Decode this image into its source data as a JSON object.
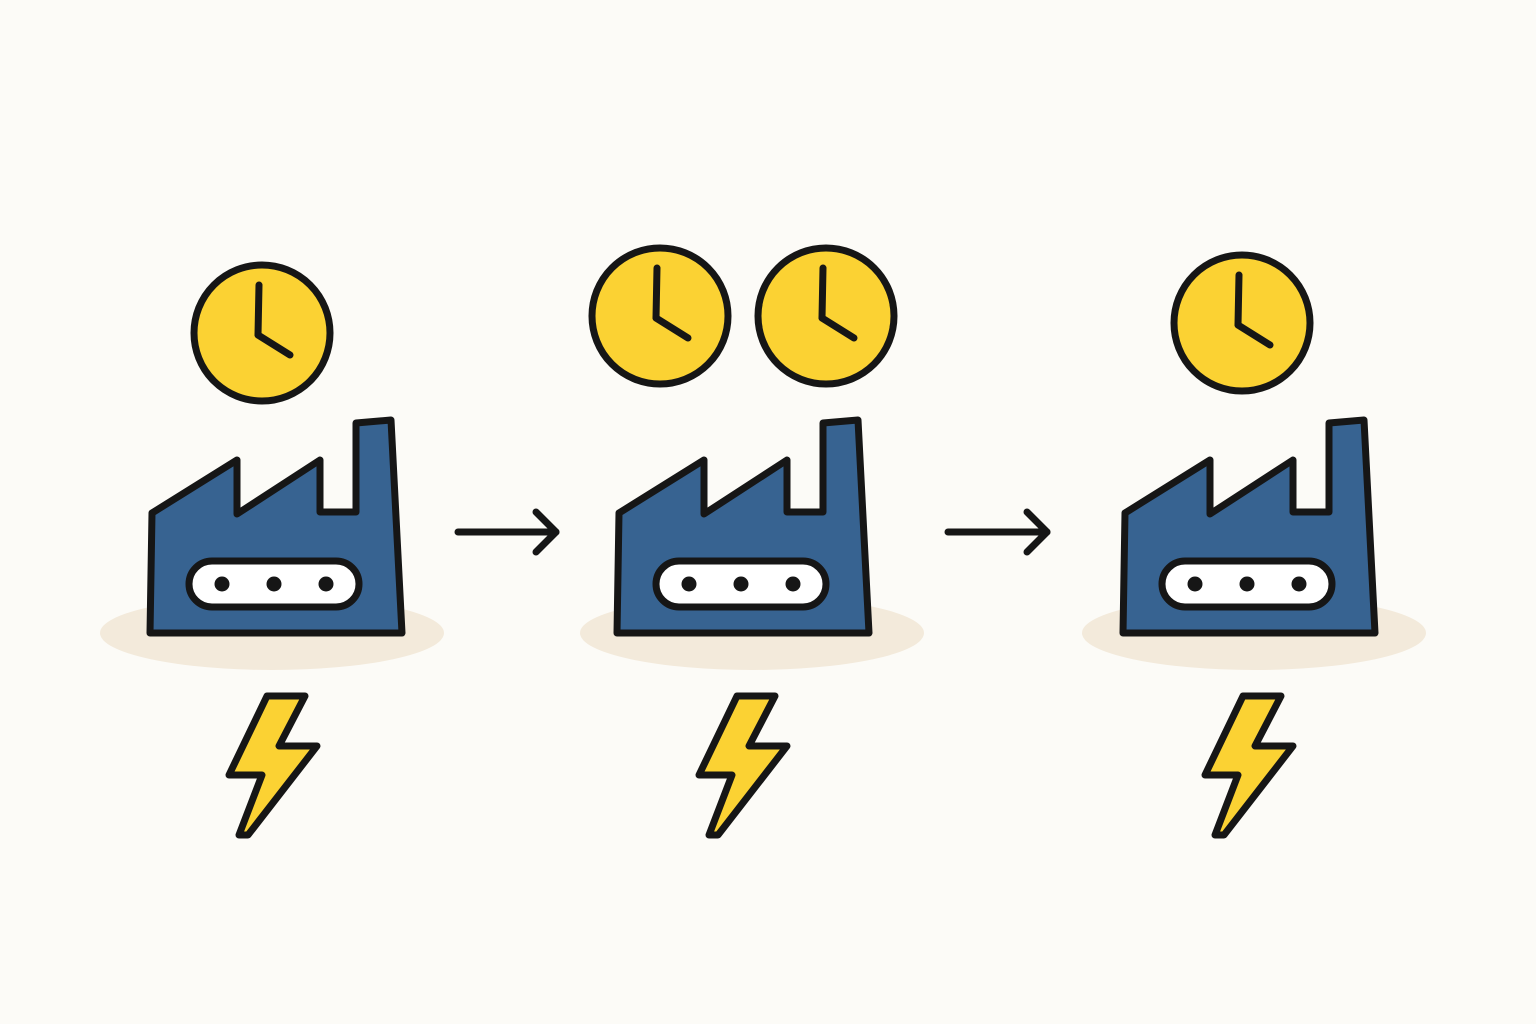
{
  "diagram": {
    "type": "process-flow",
    "direction": "left-to-right",
    "colors": {
      "background": "#fcfbf7",
      "factory": "#376391",
      "clock": "#fbd233",
      "lightning": "#fbd233",
      "outline": "#161616",
      "shadow": "#f3eadb",
      "conveyor": "#ffffff"
    },
    "stages": [
      {
        "id": "stage-1",
        "icon": "factory-icon",
        "clocks": 1,
        "clock_icon": "clock-icon",
        "energy_icon": "lightning-bolt-icon"
      },
      {
        "id": "stage-2",
        "icon": "factory-icon",
        "clocks": 2,
        "clock_icon": "clock-icon",
        "energy_icon": "lightning-bolt-icon"
      },
      {
        "id": "stage-3",
        "icon": "factory-icon",
        "clocks": 1,
        "clock_icon": "clock-icon",
        "energy_icon": "lightning-bolt-icon"
      }
    ],
    "connectors": [
      {
        "from": "stage-1",
        "to": "stage-2",
        "icon": "arrow-right-icon"
      },
      {
        "from": "stage-2",
        "to": "stage-3",
        "icon": "arrow-right-icon"
      }
    ]
  }
}
